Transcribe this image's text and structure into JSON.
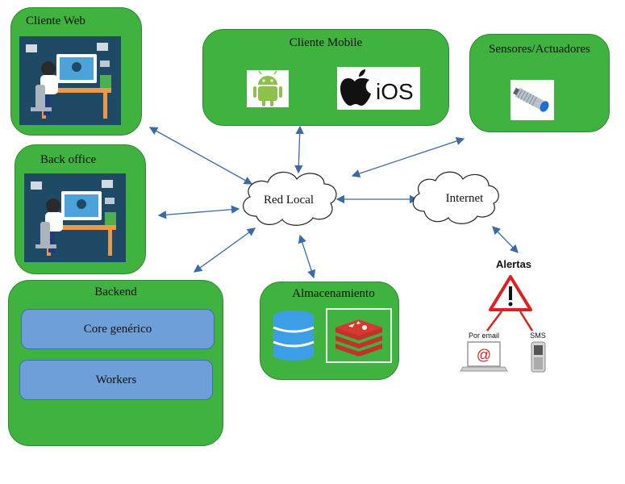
{
  "nodes": {
    "cliente_web": "Cliente Web",
    "back_office": "Back office",
    "cliente_mobile": "Cliente Mobile",
    "sensores": "Sensores/Actuadores",
    "backend": "Backend",
    "core": "Core genérico",
    "workers": "Workers",
    "almacenamiento": "Almacenamiento",
    "red_local": "Red Local",
    "internet": "Internet"
  },
  "mobile": {
    "ios_label": "iOS"
  },
  "alerts": {
    "title": "Alertas",
    "email": "Por email",
    "sms": "SMS"
  },
  "colors": {
    "box_green": "#3fb23f",
    "inner_blue": "#6f9fd8",
    "arrow": "#3a6aa8"
  }
}
